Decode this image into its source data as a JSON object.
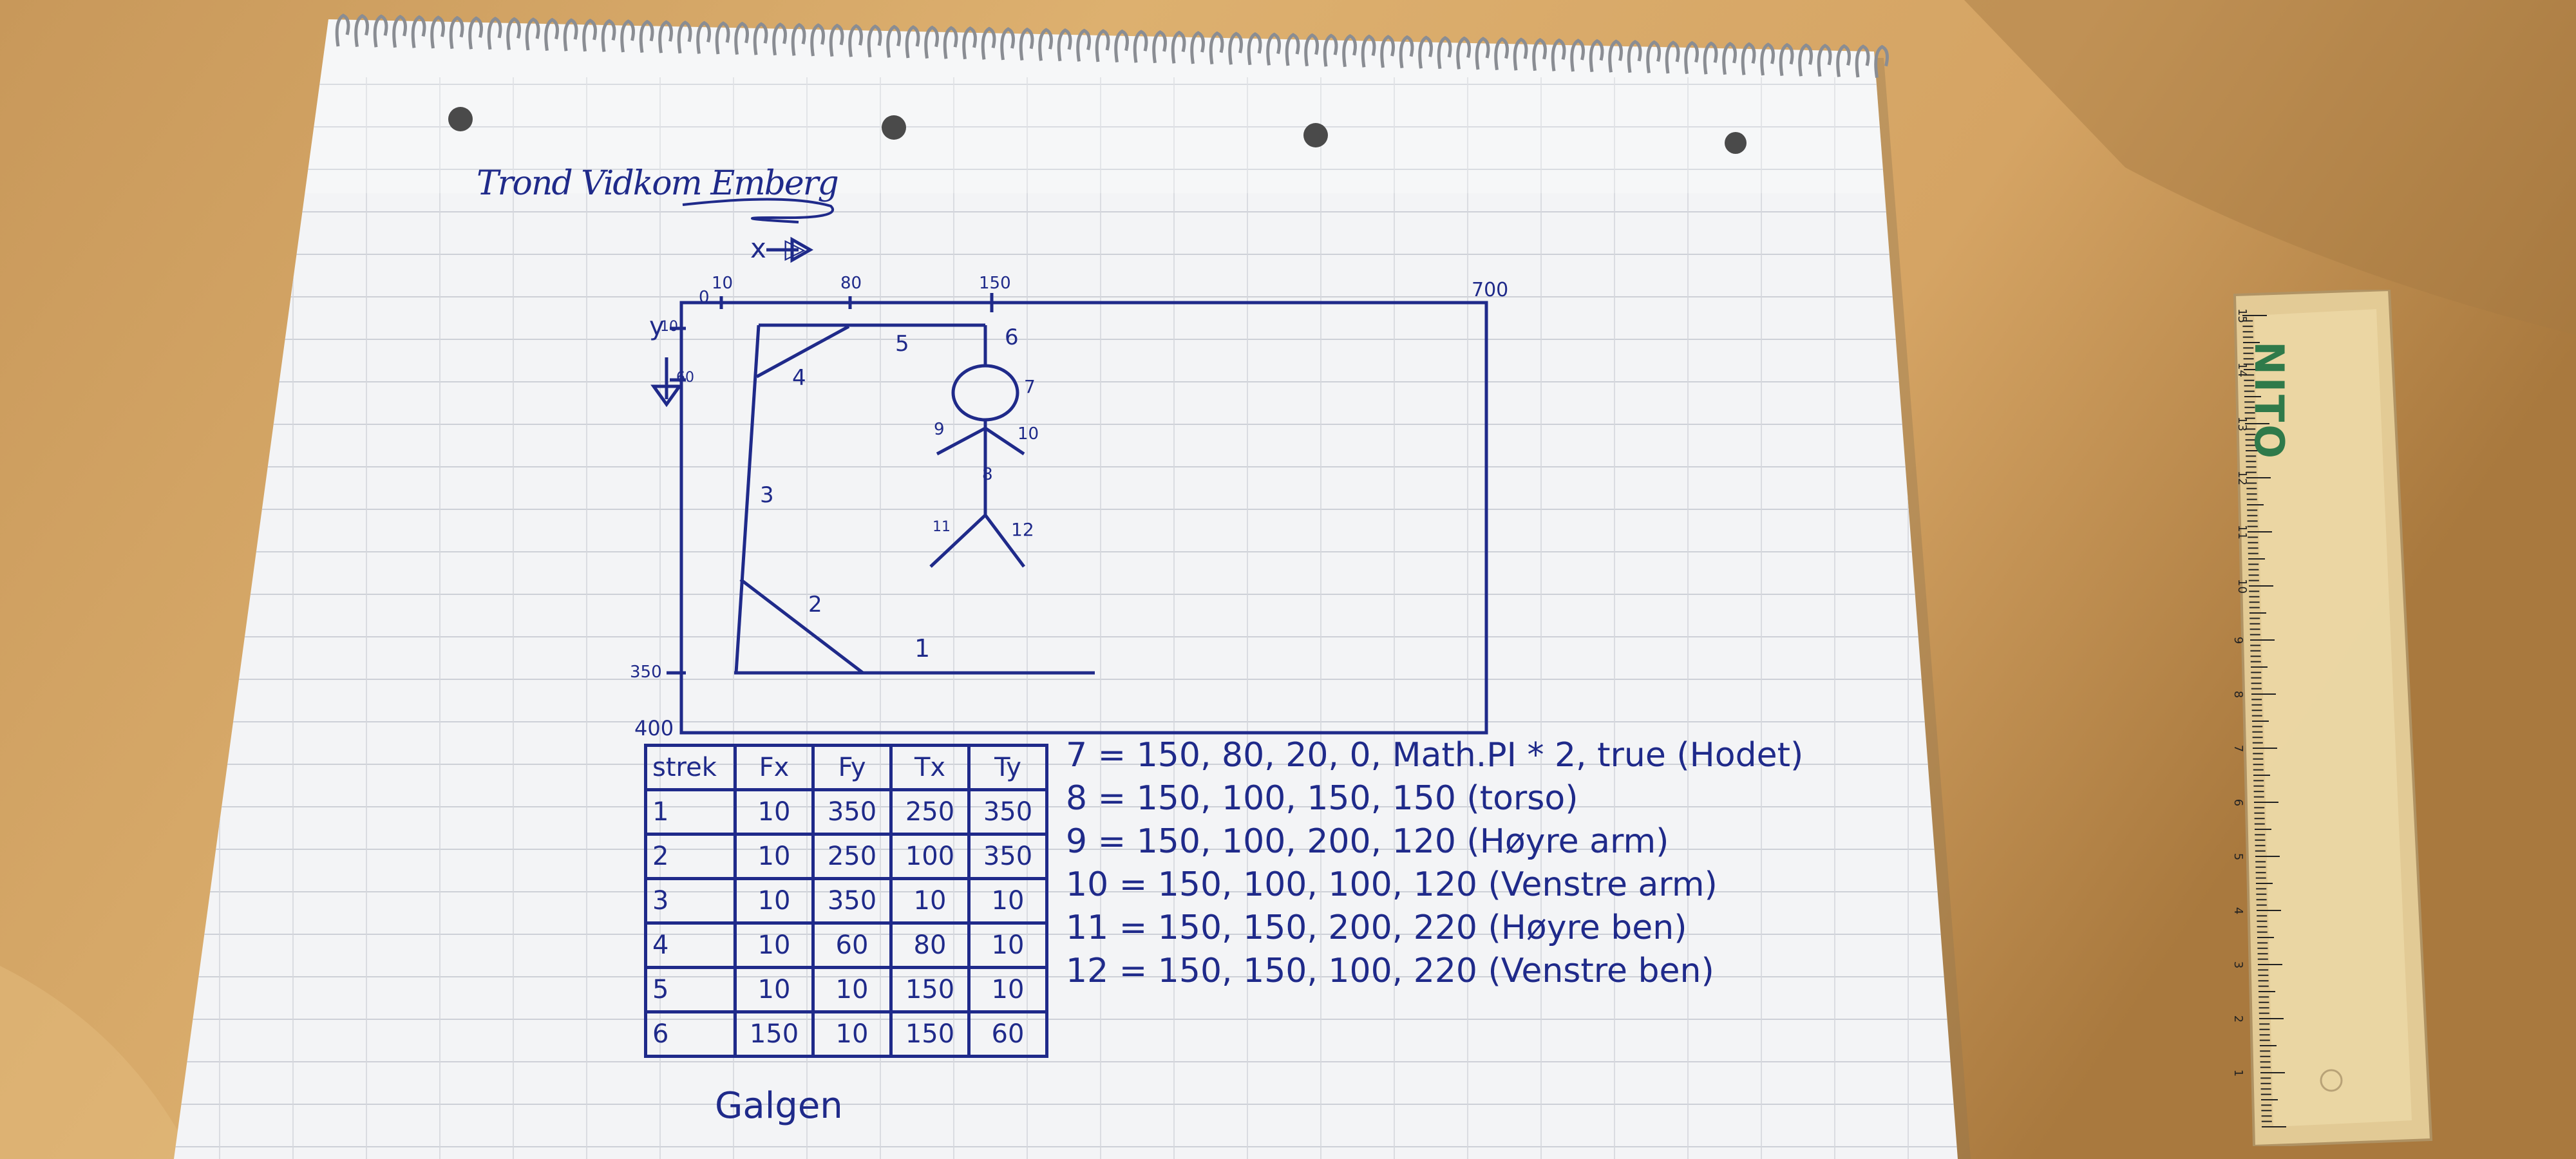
{
  "author": "Trond Vidkom Emberg",
  "axes": {
    "x_label": "x -▷",
    "y_label": "y",
    "origin": "0",
    "x_ticks": [
      "10",
      "80",
      "150"
    ],
    "x_max": "700",
    "y_ticks": [
      "10",
      "60",
      "350"
    ],
    "y_max": "400"
  },
  "figure_labels": [
    "1",
    "2",
    "3",
    "4",
    "5",
    "6",
    "7",
    "8",
    "9",
    "10",
    "11",
    "12"
  ],
  "table": {
    "headers": [
      "strek",
      "Fx",
      "Fy",
      "Tx",
      "Ty"
    ],
    "rows": [
      [
        "1",
        "10",
        "350",
        "250",
        "350"
      ],
      [
        "2",
        "10",
        "250",
        "100",
        "350"
      ],
      [
        "3",
        "10",
        "350",
        "10",
        "10"
      ],
      [
        "4",
        "10",
        "60",
        "80",
        "10"
      ],
      [
        "5",
        "10",
        "10",
        "150",
        "10"
      ],
      [
        "6",
        "150",
        "10",
        "150",
        "60"
      ]
    ],
    "caption": "Galgen"
  },
  "code_lines": [
    "7 = 150, 80, 20, 0, Math.PI * 2, true (Hodet)",
    "8 = 150, 100, 150, 150 (torso)",
    "9 = 150, 100, 200, 120 (Høyre arm)",
    "10 = 150, 100, 100, 120 (Venstre arm)",
    "11 = 150, 150, 200, 220 (Høyre ben)",
    "12 = 150, 150, 100, 220 (Venstre ben)"
  ],
  "ruler": {
    "brand": "NITO",
    "numbers": [
      "15",
      "14",
      "13",
      "12",
      "11",
      "10",
      "9",
      "8",
      "7",
      "6",
      "5",
      "4",
      "3",
      "2",
      "1"
    ]
  },
  "colors": {
    "ink": "#1f2a8a",
    "paper": "#f4f5f7",
    "desk": "#d2a465",
    "ruler_brand": "#2f7a4a"
  }
}
